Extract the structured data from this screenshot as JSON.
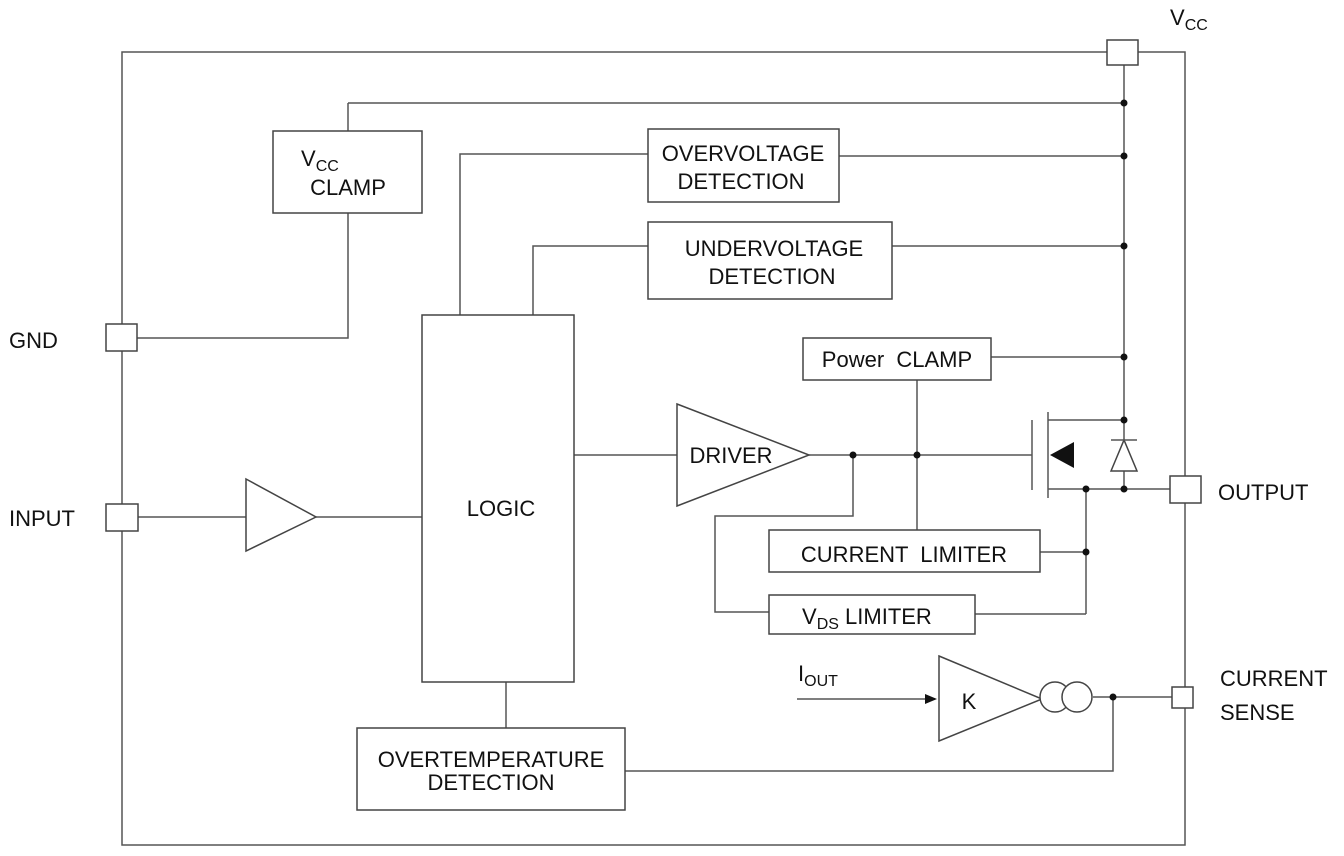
{
  "pins": {
    "vcc": {
      "main": "V",
      "sub": "CC"
    },
    "gnd": "GND",
    "input": "INPUT",
    "output": "OUTPUT",
    "current_sense": {
      "line1": "CURRENT",
      "line2": "SENSE"
    }
  },
  "blocks": {
    "vcc_clamp": {
      "line1_main": "V",
      "line1_sub": "CC",
      "line2": "CLAMP"
    },
    "overvoltage": {
      "line1": "OVERVOLTAGE",
      "line2": "DETECTION"
    },
    "undervoltage": {
      "line1": "UNDERVOLTAGE",
      "line2": "DETECTION"
    },
    "power_clamp": "Power  CLAMP",
    "logic": "LOGIC",
    "driver": "DRIVER",
    "current_limiter": "CURRENT  LIMITER",
    "vds_limiter": {
      "main": "V",
      "sub": "DS",
      "rest": " LIMITER"
    },
    "overtemperature": {
      "line1": "OVERTEMPERATURE",
      "line2": "DETECTION"
    },
    "sense_amp": "K",
    "iout": {
      "main": "I",
      "sub": "OUT"
    }
  }
}
